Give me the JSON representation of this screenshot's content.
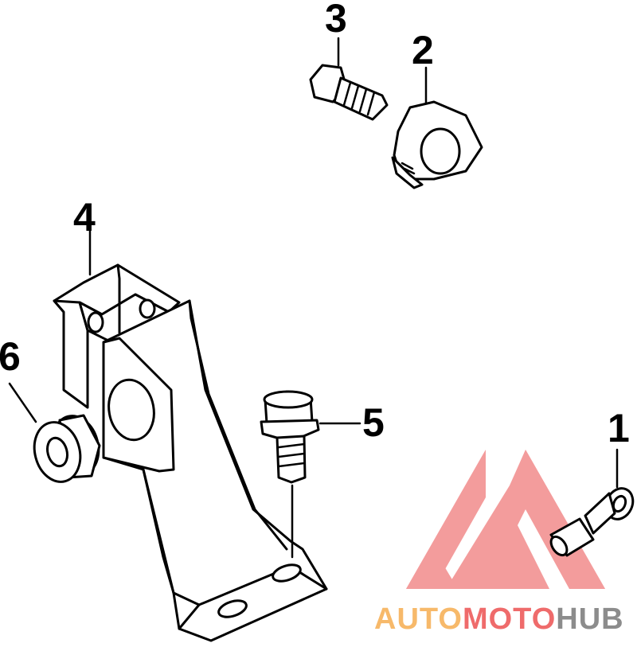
{
  "callouts": [
    {
      "id": "1",
      "label": "1"
    },
    {
      "id": "2",
      "label": "2"
    },
    {
      "id": "3",
      "label": "3"
    },
    {
      "id": "4",
      "label": "4"
    },
    {
      "id": "5",
      "label": "5"
    },
    {
      "id": "6",
      "label": "6"
    }
  ],
  "watermark": {
    "part1": "AUTO",
    "part2": "MOTO",
    "part3": "HUB",
    "colors": {
      "orange": "#f7b96a",
      "red": "#ef6b6b",
      "gray": "#8c8c8c",
      "logo": "#f28b8b"
    }
  }
}
